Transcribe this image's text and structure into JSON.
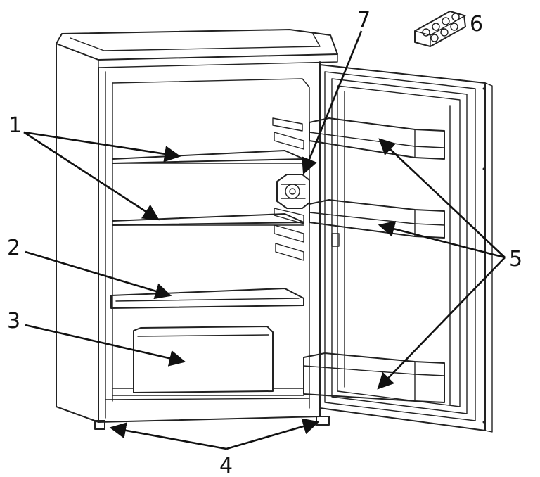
{
  "callouts": {
    "c1": "1",
    "c2": "2",
    "c3": "3",
    "c4": "4",
    "c5": "5",
    "c6": "6",
    "c7": "7"
  },
  "colors": {
    "line": "#222222",
    "background": "#ffffff"
  }
}
